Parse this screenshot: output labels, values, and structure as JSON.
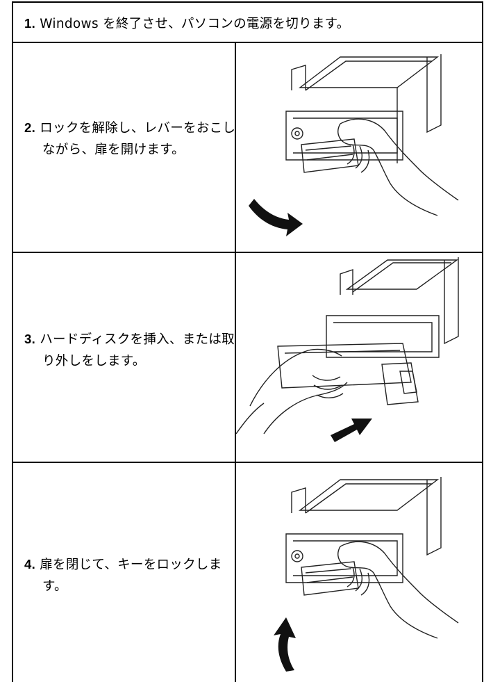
{
  "steps": [
    {
      "number": "1.",
      "text": "Windows を終了させ、パソコンの電源を切ります。"
    },
    {
      "number": "2.",
      "text": "ロックを解除し、レバーをおこしながら、扉を開けます。",
      "illustration": "drive-bay-door-open-illustration",
      "arrow": "arrow-down-left-icon"
    },
    {
      "number": "3.",
      "text": "ハードディスクを挿入、または取り外しをします。",
      "illustration": "drive-tray-insert-illustration",
      "arrow": "arrow-up-right-icon"
    },
    {
      "number": "4.",
      "text": "扉を閉じて、キーをロックします。",
      "illustration": "drive-bay-door-close-illustration",
      "arrow": "arrow-up-left-icon"
    }
  ]
}
